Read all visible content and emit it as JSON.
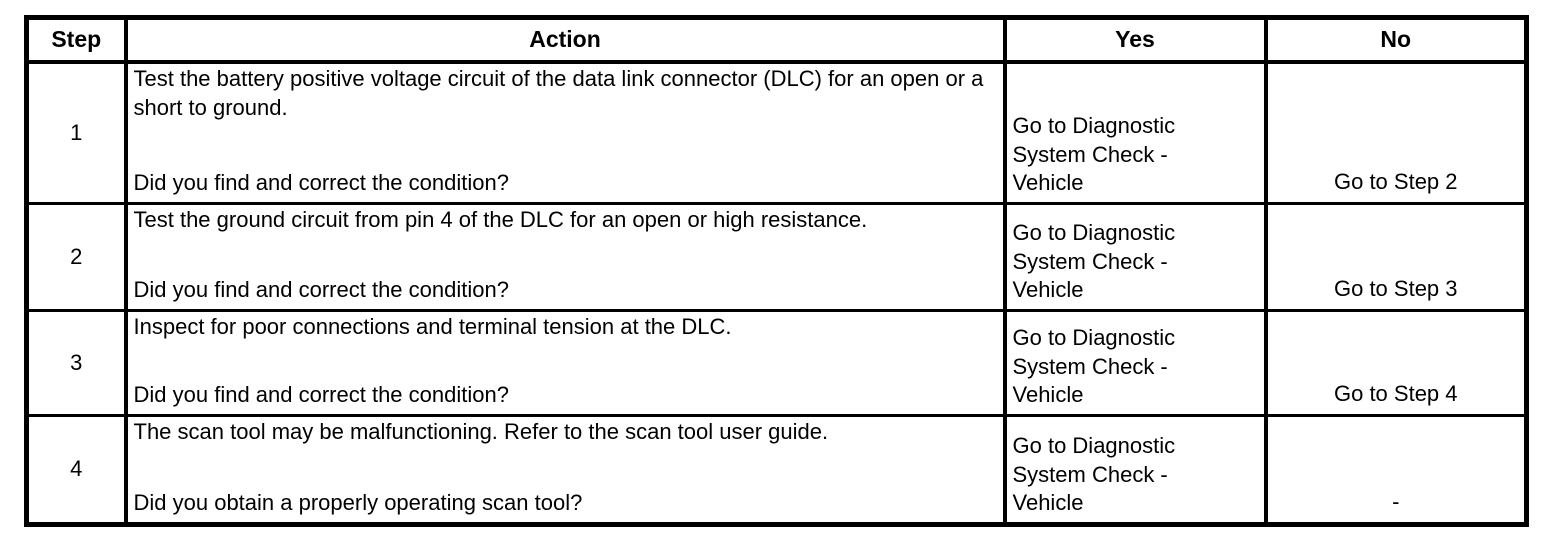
{
  "table": {
    "headers": {
      "step": "Step",
      "action": "Action",
      "yes": "Yes",
      "no": "No"
    },
    "rows": [
      {
        "step": "1",
        "action": "Test the battery positive voltage circuit of the data link connector (DLC) for an open or a short to ground.",
        "question": "Did you find and correct the condition?",
        "yes": "Go to Diagnostic\nSystem Check -\nVehicle",
        "no": "Go to Step 2"
      },
      {
        "step": "2",
        "action": "Test the ground circuit from pin 4 of the DLC for an open or high resistance.",
        "question": "Did you find and correct the condition?",
        "yes": "Go to Diagnostic\nSystem Check -\nVehicle",
        "no": "Go to Step 3"
      },
      {
        "step": "3",
        "action": "Inspect for poor connections and terminal tension at the DLC.",
        "question": "Did you find and correct the condition?",
        "yes": "Go to Diagnostic\nSystem Check -\nVehicle",
        "no": "Go to Step 4"
      },
      {
        "step": "4",
        "action": "The scan tool may be malfunctioning. Refer to the scan tool user guide.",
        "question": "Did you obtain a properly operating scan tool?",
        "yes": "Go to Diagnostic\nSystem Check -\nVehicle",
        "no": "-"
      }
    ],
    "colors": {
      "border": "#000000",
      "text": "#000000",
      "background": "#ffffff"
    }
  }
}
